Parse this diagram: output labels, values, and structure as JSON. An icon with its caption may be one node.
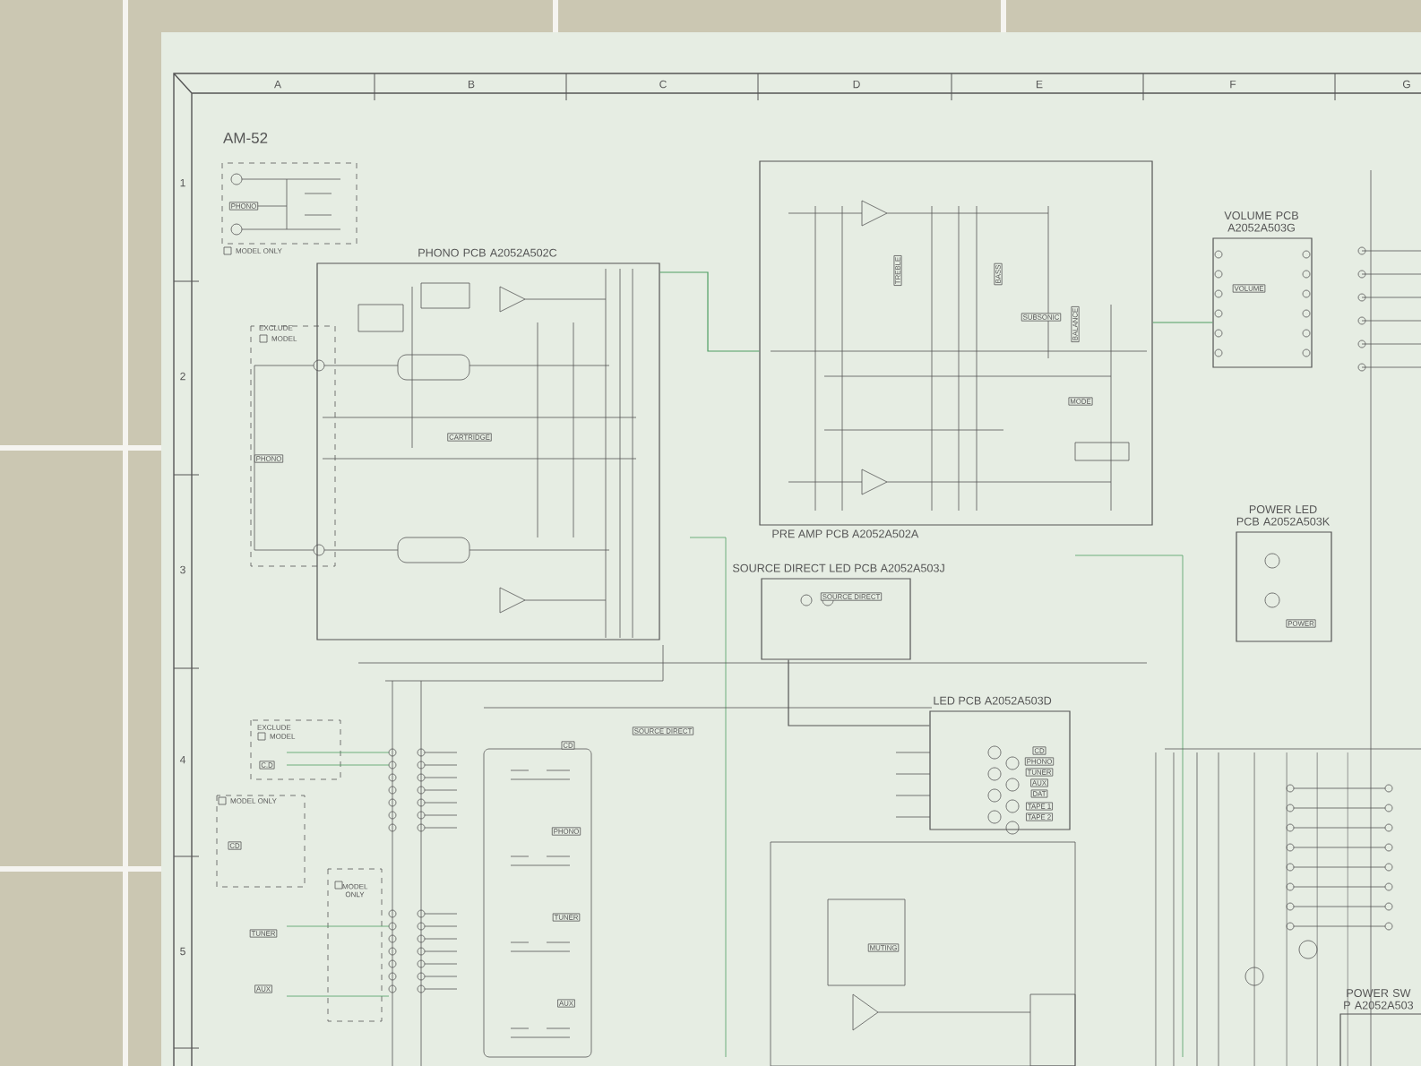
{
  "diagram": {
    "nodes": [
      {
        "text": [
          "PHONO"
        ]
      },
      {
        "text": [
          "PHONO PCB A2052A502C"
        ]
      },
      {
        "text": [
          "CARTRIDGE"
        ],
        "in": 1
      },
      {
        "text": [
          "PHONO"
        ]
      },
      {
        "text": [
          "PRE AMP PCB A2052A502A"
        ]
      },
      {
        "text": [
          "TREBLE"
        ],
        "in": 4
      },
      {
        "text": [
          "BASS"
        ],
        "in": 4
      },
      {
        "text": [
          "SUBSONIC"
        ],
        "in": 4
      },
      {
        "text": [
          "BALANCE"
        ],
        "in": 4
      },
      {
        "text": [
          "MODE"
        ],
        "in": 4
      },
      {
        "text": [
          "VOLUME PCB A2052A503G"
        ]
      },
      {
        "text": [
          "VOLUME"
        ],
        "in": 10
      },
      {
        "text": [
          "POWER LED PCB A2052A503K"
        ]
      },
      {
        "text": [
          "POWER"
        ],
        "in": 12
      },
      {
        "text": [
          "SOURCE DIRECT LED PCB A2052A503J"
        ]
      },
      {
        "text": [
          "SOURCE DIRECT"
        ],
        "in": 14
      },
      {
        "text": [
          "LED PCB A2052A503D"
        ]
      },
      {
        "text": [
          "CD"
        ],
        "in": 16
      },
      {
        "text": [
          "PHONO"
        ],
        "in": 16
      },
      {
        "text": [
          "TUNER"
        ],
        "in": 16
      },
      {
        "text": [
          "AUX"
        ],
        "in": 16
      },
      {
        "text": [
          "DAT"
        ],
        "in": 16
      },
      {
        "text": [
          "TAPE 1"
        ],
        "in": 16
      },
      {
        "text": [
          "TAPE 2"
        ],
        "in": 16
      },
      {
        "text": [
          "SOURCE DIRECT"
        ]
      },
      {
        "text": [
          "CD"
        ]
      },
      {
        "text": [
          "PHONO"
        ]
      },
      {
        "text": [
          "TUNER"
        ]
      },
      {
        "text": [
          "AUX"
        ]
      },
      {
        "text": [
          "C.D"
        ]
      },
      {
        "text": [
          "CD"
        ]
      },
      {
        "text": [
          "TUNER"
        ]
      },
      {
        "text": [
          "AUX"
        ]
      },
      {
        "text": [
          "MUTING"
        ]
      },
      {
        "text": [
          "POWER SW P A2052A503"
        ]
      }
    ],
    "edges": [
      {
        "from": 1,
        "to": 4,
        "arrow": "none",
        "color": "#4f9e63"
      },
      {
        "from": 4,
        "to": 10,
        "arrow": "none",
        "color": "#4f9e63"
      },
      {
        "from": 14,
        "to": 16,
        "arrow": "none"
      }
    ],
    "labels": [
      "A",
      "B",
      "C",
      "D",
      "E",
      "F",
      "G",
      "1",
      "2",
      "3",
      "4",
      "5",
      "AM-52",
      "MODEL ONLY",
      "EXCLUDE",
      "MODEL",
      "EXCLUDE",
      "MODEL",
      "MODEL ONLY",
      "MODEL ONLY"
    ]
  }
}
